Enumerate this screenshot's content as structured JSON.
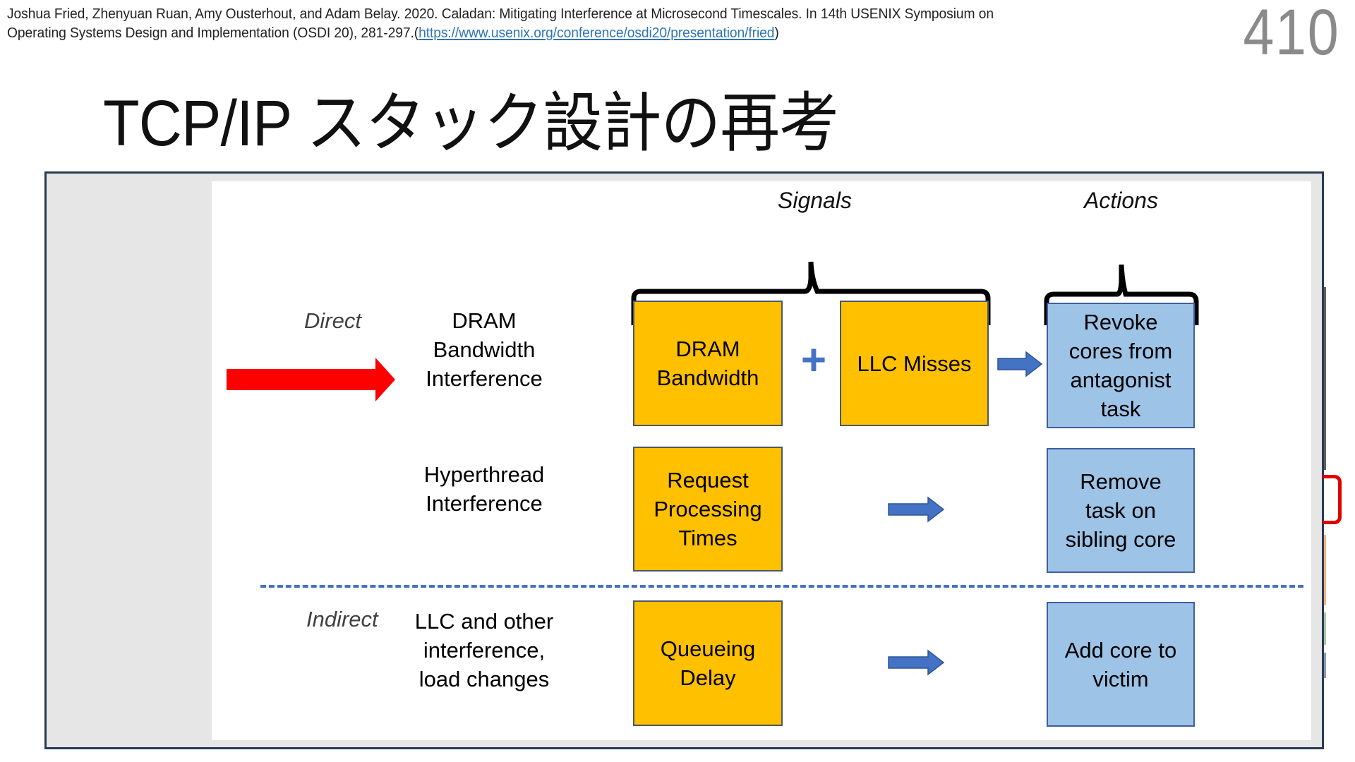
{
  "citation": {
    "line1": "Joshua Fried, Zhenyuan Ruan, Amy Ousterhout, and Adam Belay. 2020. Caladan: Mitigating Interference at Microsecond Timescales. In 14th USENIX Symposium on",
    "line2_prefix": "Operating Systems Design and Implementation (OSDI 20), 281-297.(",
    "link": "https://www.usenix.org/conference/osdi20/presentation/fried",
    "line2_suffix": ")"
  },
  "page_number": "410",
  "title": "TCP/IP スタック設計の再考",
  "figure": {
    "headers": {
      "signals": "Signals",
      "actions": "Actions"
    },
    "categories": {
      "direct": "Direct",
      "indirect": "Indirect"
    },
    "rows": [
      {
        "interference": [
          "DRAM",
          "Bandwidth",
          "Interference"
        ],
        "signals": [
          [
            "DRAM",
            "Bandwidth"
          ],
          [
            "LLC Misses"
          ]
        ],
        "combiner": "+",
        "action": [
          "Revoke",
          "cores from",
          "antagonist",
          "task"
        ]
      },
      {
        "interference": [
          "Hyperthread",
          "Interference"
        ],
        "signals": [
          [
            "Request",
            "Processing",
            "Times"
          ]
        ],
        "action": [
          "Remove",
          "task on",
          "sibling core"
        ]
      },
      {
        "interference": [
          "LLC and other",
          "interference,",
          "load changes"
        ],
        "signals": [
          [
            "Queueing",
            "Delay"
          ]
        ],
        "action": [
          "Add core to",
          "victim"
        ]
      }
    ]
  },
  "colors": {
    "signal_fill": "#FFC000",
    "action_fill": "#9DC3E6",
    "arrow_blue": "#4472C4",
    "highlight_arrow": "#FF0000",
    "divider": "#4472C4"
  }
}
